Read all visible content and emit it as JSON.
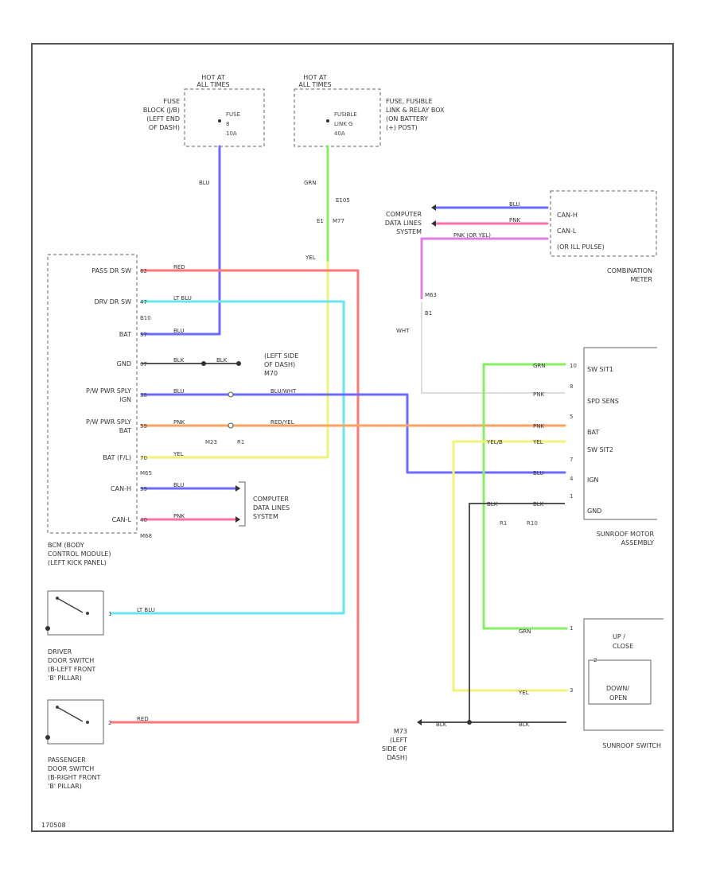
{
  "diagram": {
    "ref_code": "170508",
    "colors": {
      "blue": "#6b6bff",
      "green": "#88ee66",
      "red": "#ff7777",
      "cyan": "#66e6ee",
      "yellow": "#f2f27a",
      "pink": "#ff6fa8",
      "violet": "#e07fe0",
      "orange": "#ffa060",
      "black": "#444444"
    },
    "hot_at_1": {
      "line1": "HOT AT",
      "line2": "ALL TIMES",
      "fuse_line1": "FUSE",
      "fuse_line2": "8",
      "fuse_line3": "10A",
      "desc": [
        "FUSE",
        "BLOCK (J/B)",
        "(LEFT END",
        "OF DASH)"
      ]
    },
    "hot_at_2": {
      "line1": "HOT AT",
      "line2": "ALL TIMES",
      "fuse_line1": "FUSIBLE",
      "fuse_line2": "LINK G",
      "fuse_line3": "40A",
      "desc": [
        "FUSE, FUSIBLE",
        "LINK & RELAY BOX",
        "(ON BATTERY",
        "(+) POST)"
      ]
    },
    "bcm": {
      "pins": [
        {
          "num": "62",
          "label": "PASS DR SW"
        },
        {
          "num": "47",
          "label": "DRV DR SW"
        },
        {
          "num": "57",
          "label": "BAT"
        },
        {
          "num": "67",
          "label": "GND"
        },
        {
          "num": "38",
          "label": "P/W PWR SPLY"
        },
        {
          "num": "59",
          "label": "P/W PWR SPLY"
        },
        {
          "num": "70",
          "label": "BAT (F/L)"
        },
        {
          "num": "39",
          "label": "CAN-H"
        },
        {
          "num": "40",
          "label": "CAN-L"
        }
      ],
      "sub_labels": [
        "IGN",
        "BAT"
      ],
      "conn_b10": "B10",
      "conn_m65": "M65",
      "conn_m68": "M68",
      "desc": [
        "BCM (BODY",
        "CONTROL MODULE)",
        "(LEFT KICK PANEL)"
      ]
    },
    "wires": {
      "blu": "BLU",
      "grn": "GRN",
      "yel": "YEL",
      "red": "RED",
      "lt_blu": "LT BLU",
      "blk": "BLK",
      "blu2": "BLU",
      "pnk": "PNK",
      "blu_whi": "BLU/WHT",
      "red_yel": "RED/YEL",
      "yel2": "YEL",
      "blu3": "BLU",
      "pnk2": "PNK",
      "e105": "E105",
      "e1": "E1",
      "m77": "M77",
      "m23": "M23",
      "r1": "R1",
      "r1b": "R1",
      "b10": "B10",
      "m63": "M63",
      "b1": "B1",
      "wht": "WHT",
      "b1b": "B1",
      "b1c": "B10"
    },
    "ground_1": [
      "(LEFT SIDE",
      "OF DASH)",
      "M70"
    ],
    "comp_data_1": [
      "COMPUTER",
      "DATA LINES",
      "SYSTEM"
    ],
    "comp_data_2": [
      "COMPUTER",
      "DATA LINES",
      "SYSTEM"
    ],
    "meter": {
      "pins": [
        "CAN-H",
        "CAN-L",
        "(OR ILL PULSE)"
      ],
      "wire_blu": "BLU",
      "wire_pnk": "PNK",
      "wire_pnk_or_yel": "PNK (OR YEL)",
      "desc": [
        "COMBINATION",
        "METER"
      ]
    },
    "sunroof_motor": {
      "pins": [
        {
          "num": "10",
          "label": "SW SIT1",
          "wire": "GRN"
        },
        {
          "num": "8",
          "label": "SPD SENS",
          "wire": "PNK"
        },
        {
          "num": "5",
          "label": "BAT",
          "wire": "PNK"
        },
        {
          "num": "7",
          "label": "SW SIT2",
          "wire": "YEL"
        },
        {
          "num": "4",
          "label": "IGN",
          "wire": "BLU"
        },
        {
          "num": "1",
          "label": "GND",
          "wire": "BLK"
        }
      ],
      "yel_b": "YEL/B",
      "r1": "R1",
      "r10": "R10",
      "desc": [
        "SUNROOF MOTOR",
        "ASSEMBLY"
      ]
    },
    "driver_switch": {
      "pin": "1",
      "wire": "LT BLU",
      "desc": [
        "DRIVER",
        "DOOR SWITCH",
        "(B-LEFT FRONT",
        "'B' PILLAR)"
      ]
    },
    "passenger_switch": {
      "pin": "2",
      "wire": "RED",
      "desc": [
        "PASSENGER",
        "DOOR SWITCH",
        "(B-RIGHT FRONT",
        "'B' PILLAR)"
      ]
    },
    "sunroof_switch": {
      "wire_grn": "GRN",
      "wire_yel": "YEL",
      "wire_blk": "BLK",
      "pins": [
        "1",
        "2",
        "3"
      ],
      "labels": [
        "UP /",
        "CLOSE",
        "DOWN/",
        "OPEN"
      ],
      "desc": [
        "SUNROOF SWITCH"
      ]
    },
    "ground_2": {
      "code": "M73",
      "desc": [
        "(LEFT",
        "SIDE OF",
        "DASH)"
      ],
      "wire": "BLK"
    }
  }
}
